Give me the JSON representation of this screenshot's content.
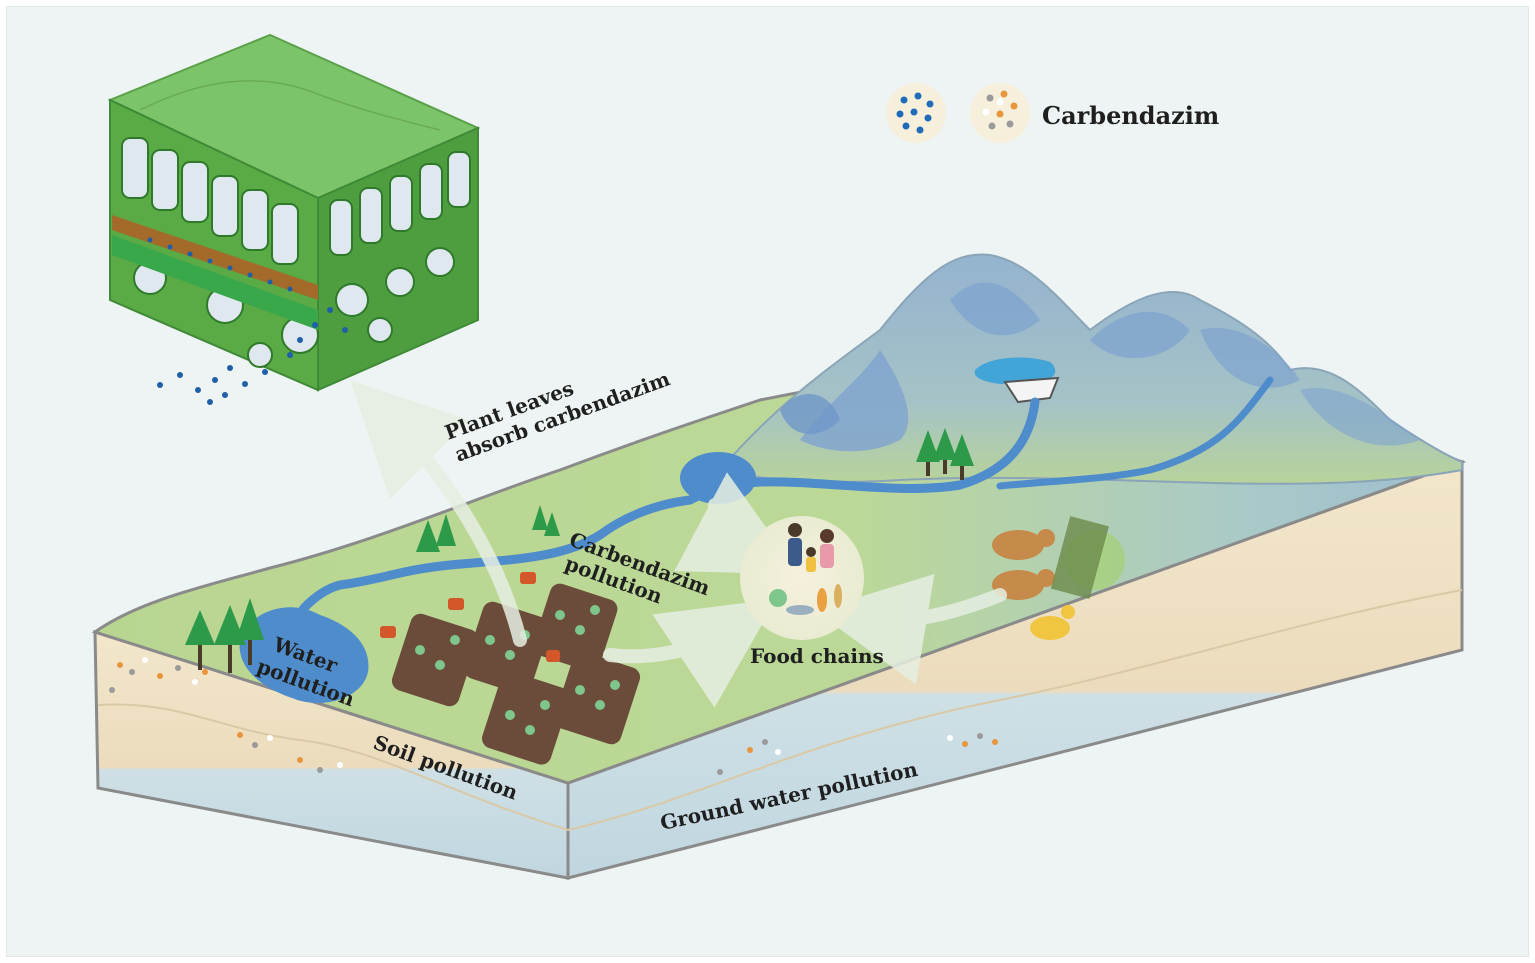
{
  "legend": {
    "label": "Carbendazim",
    "icons": [
      "carbendazim-blue-dots-icon",
      "carbendazim-mixed-dots-icon"
    ]
  },
  "labels": {
    "plant_leaves_line1": "Plant leaves",
    "plant_leaves_line2": "absorb carbendazim",
    "carbendazim_pollution_line1": "Carbendazim",
    "carbendazim_pollution_line2": "pollution",
    "water_pollution_line1": "Water",
    "water_pollution_line2": "pollution",
    "soil_pollution": "Soil pollution",
    "food_chains": "Food chains",
    "ground_water_pollution": "Ground water pollution"
  },
  "colors": {
    "background": "#eef4f3",
    "grass": "#b9d691",
    "mountain": "#8fb1d2",
    "river": "#4f8ccc",
    "soil_layer": "#eedfc1",
    "groundwater": "#c5dbe3",
    "leaf_green": "#5aaa46",
    "carbendazim_blue": "#1f5fa8",
    "carbendazim_orange": "#e8963c",
    "carbendazim_gray": "#9a9a9a"
  }
}
